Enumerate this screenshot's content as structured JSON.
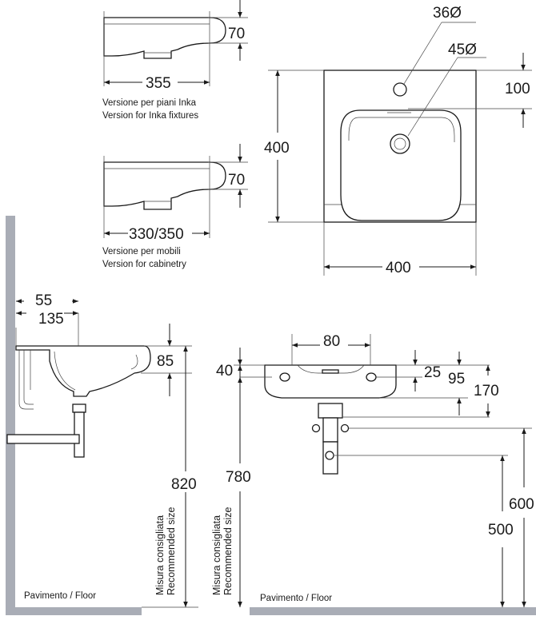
{
  "dimensions": {
    "inka_depth": "355",
    "inka_height": "70",
    "cab_depth": "330/350",
    "cab_height": "70",
    "hole_tap": "36Ø",
    "hole_waste": "45Ø",
    "tap_from_back": "100",
    "plan_width": "400",
    "plan_depth": "400",
    "side_wall_gap": "55",
    "side_trap_offset": "135",
    "side_rim_height": "85",
    "side_rim_floor": "820",
    "front_tap_spacing": "80",
    "front_hole_height": "40",
    "front_overflow": "25",
    "front_rim_95": "95",
    "front_total_170": "170",
    "front_rim_floor": "780",
    "front_supply_600": "600",
    "front_supply_500": "500"
  },
  "captions": {
    "inka_it": "Versione per piani Inka",
    "inka_en": "Version for Inka fixtures",
    "cab_it": "Versione per mobili",
    "cab_en": "Version for cabinetry",
    "rec_it": "Misura consigliata",
    "rec_en": "Recommended size",
    "floor_left": "Pavimento / Floor",
    "floor_right": "Pavimento / Floor"
  },
  "colors": {
    "wall": "#a9adb6",
    "ink": "#1a1a1a"
  }
}
